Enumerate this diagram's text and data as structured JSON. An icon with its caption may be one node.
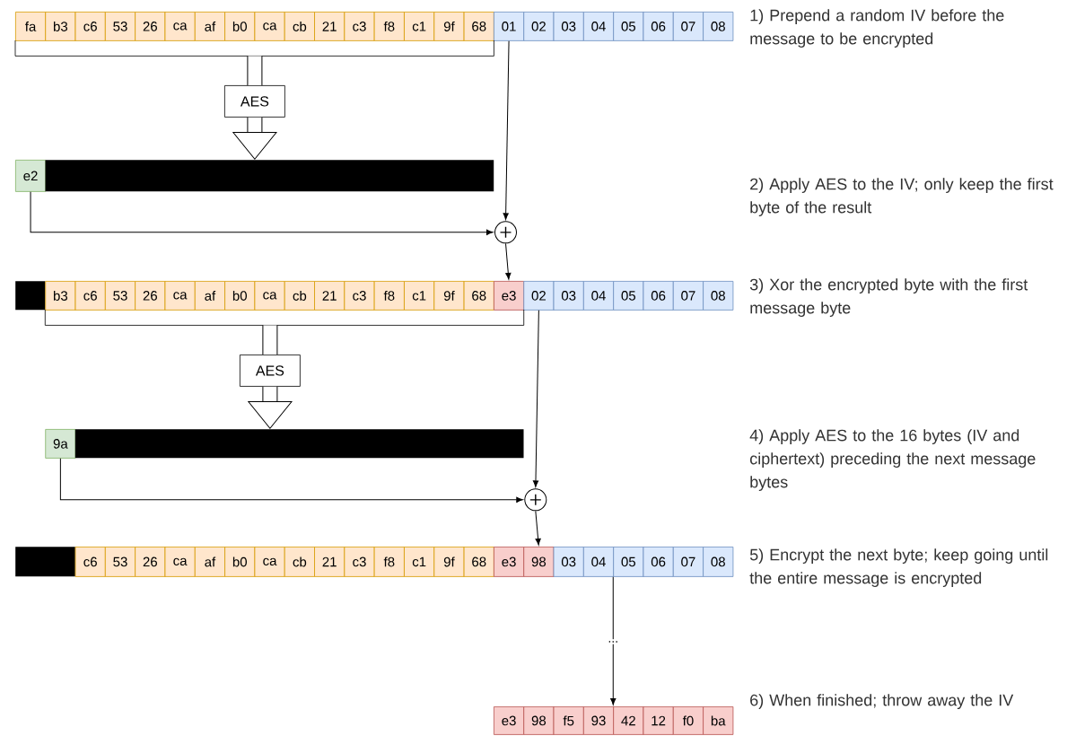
{
  "diagram": {
    "nodes": [
      {
        "text": [
          "fa"
        ]
      },
      {
        "text": [
          "b3"
        ]
      },
      {
        "text": [
          "c6"
        ]
      },
      {
        "text": [
          "53"
        ]
      },
      {
        "text": [
          "26"
        ]
      },
      {
        "text": [
          "ca"
        ]
      },
      {
        "text": [
          "af"
        ]
      },
      {
        "text": [
          "b0"
        ]
      },
      {
        "text": [
          "ca"
        ]
      },
      {
        "text": [
          "cb"
        ]
      },
      {
        "text": [
          "21"
        ]
      },
      {
        "text": [
          "c3"
        ]
      },
      {
        "text": [
          "f8"
        ]
      },
      {
        "text": [
          "c1"
        ]
      },
      {
        "text": [
          "9f"
        ]
      },
      {
        "text": [
          "68"
        ]
      },
      {
        "text": [
          "01"
        ]
      },
      {
        "text": [
          "02"
        ]
      },
      {
        "text": [
          "03"
        ]
      },
      {
        "text": [
          "04"
        ]
      },
      {
        "text": [
          "05"
        ]
      },
      {
        "text": [
          "06"
        ]
      },
      {
        "text": [
          "07"
        ]
      },
      {
        "text": [
          "08"
        ]
      },
      {
        "text": [],
        "shape": "bracket"
      },
      {
        "text": [
          "AES"
        ]
      },
      {
        "text": [
          "e2"
        ]
      },
      {
        "text": [],
        "shape": "bar"
      },
      {
        "text": [],
        "shape": "circle"
      },
      {
        "text": [],
        "shape": "bar"
      },
      {
        "text": [
          "b3"
        ]
      },
      {
        "text": [
          "c6"
        ]
      },
      {
        "text": [
          "53"
        ]
      },
      {
        "text": [
          "26"
        ]
      },
      {
        "text": [
          "ca"
        ]
      },
      {
        "text": [
          "af"
        ]
      },
      {
        "text": [
          "b0"
        ]
      },
      {
        "text": [
          "ca"
        ]
      },
      {
        "text": [
          "cb"
        ]
      },
      {
        "text": [
          "21"
        ]
      },
      {
        "text": [
          "c3"
        ]
      },
      {
        "text": [
          "f8"
        ]
      },
      {
        "text": [
          "c1"
        ]
      },
      {
        "text": [
          "9f"
        ]
      },
      {
        "text": [
          "68"
        ]
      },
      {
        "text": [
          "e3"
        ]
      },
      {
        "text": [
          "02"
        ]
      },
      {
        "text": [
          "03"
        ]
      },
      {
        "text": [
          "04"
        ]
      },
      {
        "text": [
          "05"
        ]
      },
      {
        "text": [
          "06"
        ]
      },
      {
        "text": [
          "07"
        ]
      },
      {
        "text": [
          "08"
        ]
      },
      {
        "text": [],
        "shape": "bracket"
      },
      {
        "text": [
          "AES"
        ]
      },
      {
        "text": [
          "9a"
        ]
      },
      {
        "text": [],
        "shape": "bar"
      },
      {
        "text": [],
        "shape": "circle"
      },
      {
        "text": [],
        "shape": "bar"
      },
      {
        "text": [
          "c6"
        ]
      },
      {
        "text": [
          "53"
        ]
      },
      {
        "text": [
          "26"
        ]
      },
      {
        "text": [
          "ca"
        ]
      },
      {
        "text": [
          "af"
        ]
      },
      {
        "text": [
          "b0"
        ]
      },
      {
        "text": [
          "ca"
        ]
      },
      {
        "text": [
          "cb"
        ]
      },
      {
        "text": [
          "21"
        ]
      },
      {
        "text": [
          "c3"
        ]
      },
      {
        "text": [
          "f8"
        ]
      },
      {
        "text": [
          "c1"
        ]
      },
      {
        "text": [
          "9f"
        ]
      },
      {
        "text": [
          "68"
        ]
      },
      {
        "text": [
          "e3"
        ]
      },
      {
        "text": [
          "98"
        ]
      },
      {
        "text": [
          "03"
        ]
      },
      {
        "text": [
          "04"
        ]
      },
      {
        "text": [
          "05"
        ]
      },
      {
        "text": [
          "06"
        ]
      },
      {
        "text": [
          "07"
        ]
      },
      {
        "text": [
          "08"
        ]
      },
      {
        "text": [
          "e3"
        ]
      },
      {
        "text": [
          "98"
        ]
      },
      {
        "text": [
          "f5"
        ]
      },
      {
        "text": [
          "93"
        ]
      },
      {
        "text": [
          "42"
        ]
      },
      {
        "text": [
          "12"
        ]
      },
      {
        "text": [
          "f0"
        ]
      },
      {
        "text": [
          "ba"
        ]
      }
    ],
    "edges": [
      {
        "from": 24,
        "to": 25,
        "arrow": "none",
        "style": "thick"
      },
      {
        "from": 25,
        "to": 27,
        "arrow": "to",
        "style": "thick"
      },
      {
        "from": 16,
        "to": 28,
        "arrow": "to"
      },
      {
        "from": 26,
        "to": 28,
        "arrow": "to"
      },
      {
        "from": 28,
        "to": 45,
        "arrow": "to"
      },
      {
        "from": 53,
        "to": 54,
        "arrow": "none",
        "style": "thick"
      },
      {
        "from": 54,
        "to": 56,
        "arrow": "to",
        "style": "thick"
      },
      {
        "from": 46,
        "to": 57,
        "arrow": "to"
      },
      {
        "from": 55,
        "to": 57,
        "arrow": "to"
      },
      {
        "from": 57,
        "to": 74,
        "arrow": "to"
      },
      {
        "from": 77,
        "to": 85,
        "arrow": "to",
        "label": "..."
      }
    ],
    "labels": [
      "1) Prepend a random IV before the message to be encrypted",
      "2) Apply AES to the IV; only keep the first byte of the result",
      "3) Xor the encrypted byte with the first message byte",
      "4) Apply AES to the 16 bytes (IV and ciphertext) preceding the next message bytes",
      "5) Encrypt the next byte; keep going until the entire message is encrypted",
      "6) When finished; throw away the IV"
    ]
  }
}
